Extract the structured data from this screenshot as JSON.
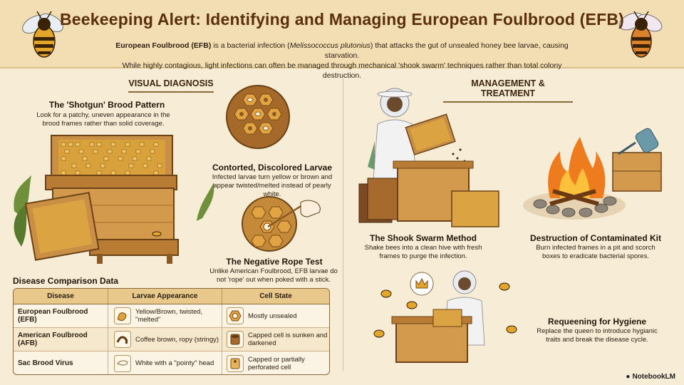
{
  "title": "Beekeeping Alert: Identifying and Managing European Foulbrood (EFB)",
  "intro": {
    "bold_term": "European Foulbrood (EFB)",
    "text1": " is a bacterial infection (",
    "italic_term": "Melissococcus plutonius",
    "text2": ") that attacks the gut of unsealed honey bee larvae, causing starvation.",
    "line2": "While highly contagious, light infections can often be managed through mechanical 'shook swarm' techniques rather than total colony destruction."
  },
  "visual_diagnosis": {
    "heading": "VISUAL DIAGNOSIS",
    "shotgun": {
      "title": "The 'Shotgun' Brood Pattern",
      "text": "Look for a patchy, uneven appearance in the brood frames rather than solid coverage."
    },
    "contorted": {
      "title": "Contorted, Discolored Larvae",
      "text": "Infected larvae turn yellow or brown and appear twisted/melted instead of pearly white."
    },
    "rope": {
      "title": "The Negative Rope Test",
      "text": "Unlike American Foulbrood, EFB larvae do not 'rope' out when poked with a stick."
    }
  },
  "management": {
    "heading": "MANAGEMENT & TREATMENT",
    "shook": {
      "title": "The Shook Swarm Method",
      "text": "Shake bees into a clean hive with fresh frames to purge the infection."
    },
    "destruction": {
      "title": "Destruction of Contaminated Kit",
      "text": "Burn infected frames in a pit and scorch boxes to eradicate bacterial spores."
    },
    "requeen": {
      "title": "Requeening for Hygiene",
      "text": "Replace the queen to introduce hygianic traits and break the disease cycle."
    }
  },
  "table": {
    "title": "Disease Comparison Data",
    "headers": [
      "Disease",
      "Larvae Appearance",
      "Cell State"
    ],
    "rows": [
      {
        "disease": "European Foulbrood (EFB)",
        "larvae": "Yellow/Brown, twisted, \"melted\"",
        "cell": "Mostly unsealed"
      },
      {
        "disease": "American Foulbrood (AFB)",
        "larvae": "Coffee brown, ropy (stringy)",
        "cell": "Capped cell is sunken and darkened"
      },
      {
        "disease": "Sac Brood Virus",
        "larvae": "White with a \"pointy\" head",
        "cell": "Capped or partially perforated cell"
      }
    ]
  },
  "brand": "NotebookLM",
  "colors": {
    "background": "#f7ecd6",
    "header": "#f3deb3",
    "title": "#5a2f0c",
    "honey": "#d9a13b",
    "wood": "#c98f45",
    "border": "#8a6a3c"
  }
}
